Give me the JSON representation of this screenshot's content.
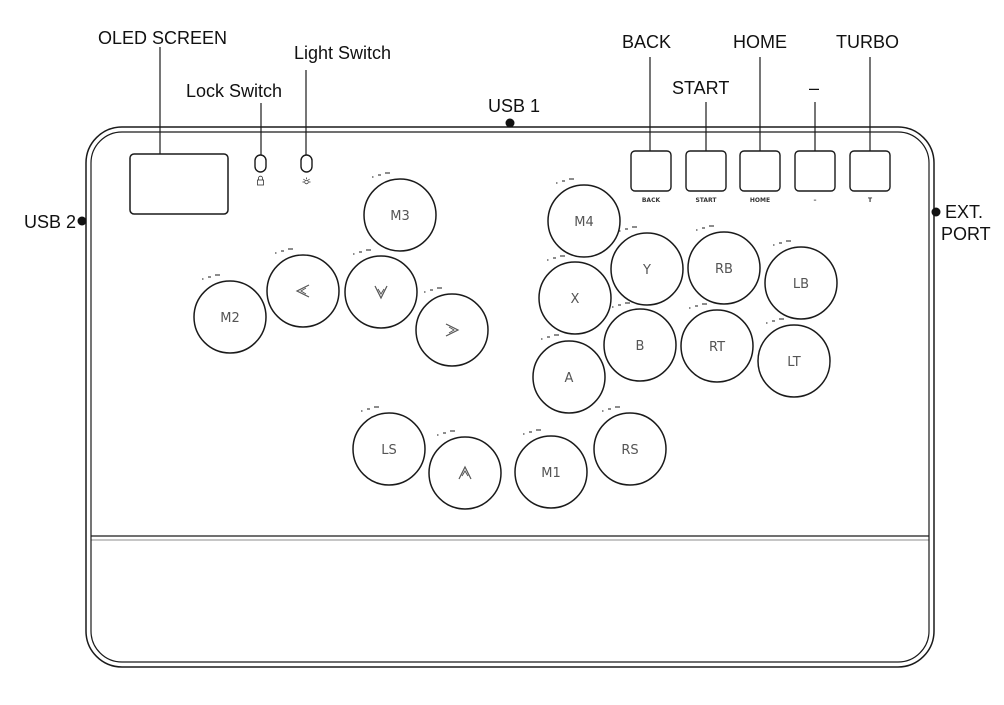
{
  "callouts": {
    "oled_screen": "OLED SCREEN",
    "light_switch": "Light Switch",
    "lock_switch": "Lock Switch",
    "usb1": "USB 1",
    "usb2": "USB 2",
    "ext_line1": "EXT.",
    "ext_line2": "PORT",
    "back": "BACK",
    "start": "START",
    "home": "HOME",
    "minus": "–",
    "turbo": "TURBO"
  },
  "func_buttons": {
    "back": "BACK",
    "start": "START",
    "home": "HOME",
    "minus": "–",
    "turbo": "T"
  },
  "buttons": {
    "m1": "M1",
    "m2": "M2",
    "m3": "M3",
    "m4": "M4",
    "x": "X",
    "y": "Y",
    "a": "A",
    "b": "B",
    "rb": "RB",
    "lb": "LB",
    "rt": "RT",
    "lt": "LT",
    "ls": "LS",
    "rs": "RS"
  },
  "icons": {
    "left": "arrow-left-icon",
    "down": "arrow-down-icon",
    "right": "arrow-right-icon",
    "up": "arrow-up-icon",
    "lock": "lock-icon",
    "light": "light-icon"
  },
  "colors": {
    "stroke": "#1a1a1a",
    "text": "#111111",
    "button_text": "#555555"
  }
}
